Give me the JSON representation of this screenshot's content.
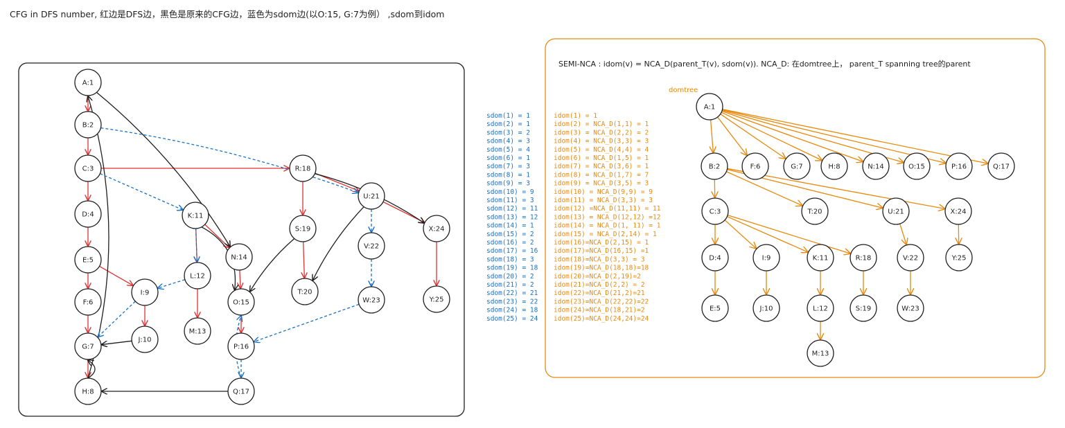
{
  "title": "CFG in DFS number, 红边是DFS边，黑色是原来的CFG边，蓝色为sdom边(以O:15, G:7为例） ,sdom到idom",
  "semi_nca_text": "SEMI-NCA : idom(v) = NCA_D(parent_T(v), sdom(v)). NCA_D: 在domtree上，  parent_T spanning tree的parent",
  "domtree_label": "domtree",
  "colors": {
    "dfs_edge": "#e03131",
    "cfg_edge": "#1e1e1e",
    "sdom_edge": "#1971c2",
    "domtree_edge": "#e8890c",
    "node_stroke": "#1e1e1e",
    "panel_stroke": "#1e1e1e",
    "domtree_panel_stroke": "#e8890c"
  },
  "cfg_nodes": [
    {
      "id": "A",
      "label": "A:1"
    },
    {
      "id": "B",
      "label": "B:2"
    },
    {
      "id": "C",
      "label": "C:3"
    },
    {
      "id": "D",
      "label": "D:4"
    },
    {
      "id": "E",
      "label": "E:5"
    },
    {
      "id": "F",
      "label": "F:6"
    },
    {
      "id": "G",
      "label": "G:7"
    },
    {
      "id": "H",
      "label": "H:8"
    },
    {
      "id": "I",
      "label": "I:9"
    },
    {
      "id": "J",
      "label": "J:10"
    },
    {
      "id": "K",
      "label": "K:11"
    },
    {
      "id": "L",
      "label": "L:12"
    },
    {
      "id": "M",
      "label": "M:13"
    },
    {
      "id": "N",
      "label": "N:14"
    },
    {
      "id": "O",
      "label": "O:15"
    },
    {
      "id": "P",
      "label": "P:16"
    },
    {
      "id": "Q",
      "label": "Q:17"
    },
    {
      "id": "R",
      "label": "R:18"
    },
    {
      "id": "S",
      "label": "S:19"
    },
    {
      "id": "T",
      "label": "T:20"
    },
    {
      "id": "U",
      "label": "U:21"
    },
    {
      "id": "V",
      "label": "V:22"
    },
    {
      "id": "W",
      "label": "W:23"
    },
    {
      "id": "X",
      "label": "X:24"
    },
    {
      "id": "Y",
      "label": "Y:25"
    }
  ],
  "cfg_dfs_edges": [
    [
      "A",
      "B"
    ],
    [
      "B",
      "C"
    ],
    [
      "C",
      "D"
    ],
    [
      "D",
      "E"
    ],
    [
      "E",
      "F"
    ],
    [
      "F",
      "G"
    ],
    [
      "G",
      "H"
    ],
    [
      "E",
      "I"
    ],
    [
      "I",
      "J"
    ],
    [
      "C",
      "R"
    ],
    [
      "R",
      "S"
    ],
    [
      "S",
      "T"
    ],
    [
      "R",
      "U"
    ],
    [
      "U",
      "X"
    ],
    [
      "X",
      "Y"
    ],
    [
      "K",
      "N"
    ],
    [
      "N",
      "O"
    ],
    [
      "O",
      "P"
    ],
    [
      "L",
      "M"
    ],
    [
      "K",
      "L"
    ]
  ],
  "cfg_original_edges": [
    [
      "H",
      "A"
    ],
    [
      "A",
      "N"
    ],
    [
      "J",
      "G"
    ],
    [
      "Q",
      "H"
    ],
    [
      "H",
      "G"
    ],
    [
      "K",
      "O"
    ],
    [
      "S",
      "O"
    ],
    [
      "U",
      "T"
    ],
    [
      "R",
      "X"
    ]
  ],
  "cfg_sdom_edges": [
    [
      "B",
      "U"
    ],
    [
      "C",
      "K"
    ],
    [
      "K",
      "L"
    ],
    [
      "L",
      "I"
    ],
    [
      "I",
      "G"
    ],
    [
      "U",
      "V"
    ],
    [
      "V",
      "W"
    ],
    [
      "W",
      "P"
    ],
    [
      "P",
      "Q"
    ],
    [
      "Q",
      "O"
    ]
  ],
  "sdom_lines": [
    "sdom(1) = 1",
    "sdom(2) = 1",
    "sdom(3) = 2",
    "sdom(4) = 3",
    "sdom(5) = 4",
    "sdom(6) = 1",
    "sdom(7) = 3",
    "sdom(8) = 1",
    "sdom(9) = 3",
    "sdom(10) = 9",
    "sdom(11) = 3",
    "sdom(12) = 11",
    "sdom(13) = 12",
    "sdom(14) = 1",
    "sdom(15) = 2",
    "sdom(16) = 2",
    "sdom(17) = 16",
    "sdom(18) = 3",
    "sdom(19) = 18",
    "sdom(20) = 2",
    "sdom(21) = 2",
    "sdom(22) = 21",
    "sdom(23) = 22",
    "sdom(24) = 18",
    "sdom(25) = 24"
  ],
  "idom_lines": [
    "idom(1) = 1",
    "idom(2) = NCA_D(1,1)  = 1",
    "idom(3) = NCA_D(2,2) = 2",
    "idom(4) = NCA_D(3,3)  = 3",
    "idom(5) = NCA_D(4,4)  = 4",
    "idom(6) = NCA_D(1,5)  = 1",
    "idom(7) = NCA_D(3,6) = 1",
    "idom(8) = NCA_D(1,7) = 7",
    "idom(9) = NCA_D(3,5) = 3",
    "idom(10) = NCA_D(9,9) = 9",
    "idom(11) = NCA_D(3,3) = 3",
    "idom(12) =NCA_D(11,11) = 11",
    "idom(13) = NCA_D(12,12) =12",
    "idom(14) = NCA_D(1, 11) = 1",
    "idom(15) = NCA_D(2,14) = 1",
    "idom(16)=NCA_D(2,15) = 1",
    "idom(17)=NCA_D(16,15) =1",
    "idom(18)=NCA_D(3,3) = 3",
    "idom(19)=NCA_D(18,18)=18",
    "idom(20)=NCA_D(2,19)=2",
    "idom(21)=NCA_D(2,2) = 2",
    "idom(22)=NCA_D(21,2)=21",
    "idom(23)=NCA_D(22,22)=22",
    "idom(24)=NCA_D(18,21)=2",
    "idom(25)=NCA_D(24,24)=24"
  ],
  "domtree_nodes": [
    {
      "id": "A",
      "label": "A:1"
    },
    {
      "id": "B",
      "label": "B:2"
    },
    {
      "id": "F",
      "label": "F:6"
    },
    {
      "id": "G",
      "label": "G:7"
    },
    {
      "id": "H",
      "label": "H:8"
    },
    {
      "id": "N",
      "label": "N:14"
    },
    {
      "id": "O",
      "label": "O:15"
    },
    {
      "id": "P",
      "label": "P:16"
    },
    {
      "id": "Q",
      "label": "Q:17"
    },
    {
      "id": "C",
      "label": "C:3"
    },
    {
      "id": "T",
      "label": "T:20"
    },
    {
      "id": "U",
      "label": "U:21"
    },
    {
      "id": "X",
      "label": "X:24"
    },
    {
      "id": "D",
      "label": "D:4"
    },
    {
      "id": "I",
      "label": "I:9"
    },
    {
      "id": "K",
      "label": "K:11"
    },
    {
      "id": "R",
      "label": "R:18"
    },
    {
      "id": "V",
      "label": "V:22"
    },
    {
      "id": "Y",
      "label": "Y:25"
    },
    {
      "id": "E",
      "label": "E:5"
    },
    {
      "id": "J",
      "label": "J:10"
    },
    {
      "id": "L",
      "label": "L:12"
    },
    {
      "id": "S",
      "label": "S:19"
    },
    {
      "id": "W",
      "label": "W:23"
    },
    {
      "id": "M",
      "label": "M:13"
    }
  ],
  "domtree_edges": [
    [
      "A",
      "B"
    ],
    [
      "A",
      "F"
    ],
    [
      "A",
      "G"
    ],
    [
      "A",
      "H"
    ],
    [
      "A",
      "N"
    ],
    [
      "A",
      "O"
    ],
    [
      "A",
      "P"
    ],
    [
      "A",
      "Q"
    ],
    [
      "B",
      "C"
    ],
    [
      "B",
      "T"
    ],
    [
      "B",
      "U"
    ],
    [
      "B",
      "X"
    ],
    [
      "C",
      "D"
    ],
    [
      "C",
      "I"
    ],
    [
      "C",
      "K"
    ],
    [
      "C",
      "R"
    ],
    [
      "U",
      "V"
    ],
    [
      "X",
      "Y"
    ],
    [
      "D",
      "E"
    ],
    [
      "I",
      "J"
    ],
    [
      "K",
      "L"
    ],
    [
      "R",
      "S"
    ],
    [
      "V",
      "W"
    ],
    [
      "L",
      "M"
    ]
  ]
}
